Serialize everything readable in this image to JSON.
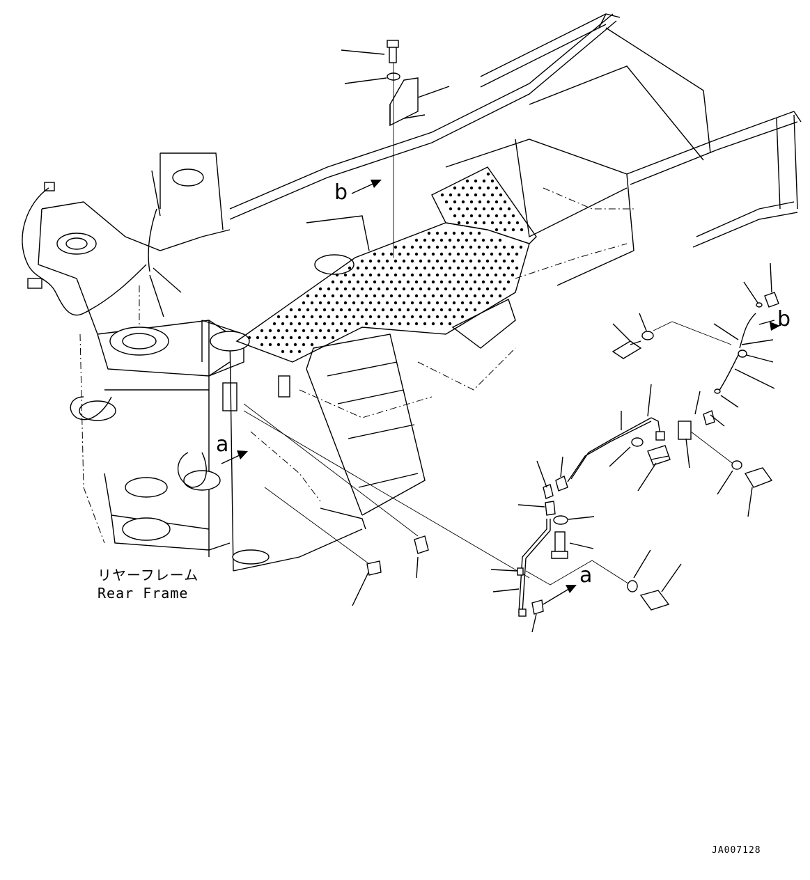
{
  "labels": {
    "frame_jp": "リヤーフレーム",
    "frame_en": "Rear Frame",
    "drawing_code": "JA007128"
  },
  "callouts": {
    "b_frame": "b",
    "a_frame": "a",
    "b_detail": "b",
    "a_detail": "a"
  }
}
